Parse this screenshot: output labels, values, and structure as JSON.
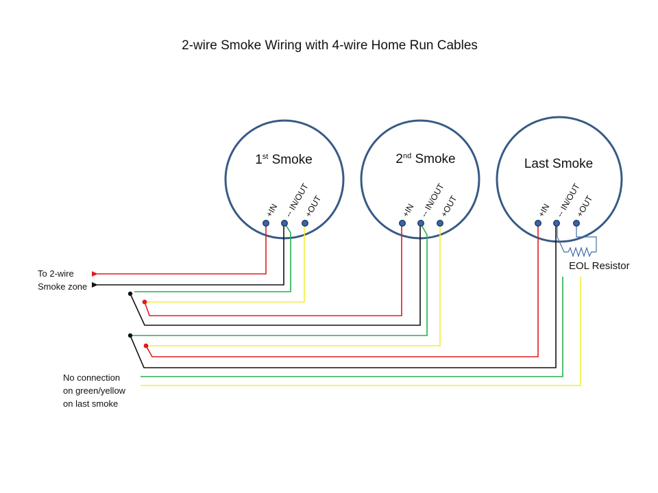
{
  "title": "2-wire Smoke Wiring with 4-wire Home Run Cables",
  "detectors": [
    {
      "name_num": "1",
      "name_sup": "st",
      "name_rest": " Smoke",
      "terminals": [
        "+IN",
        "-- IN/OUT",
        "+OUT"
      ]
    },
    {
      "name_num": "2",
      "name_sup": "nd",
      "name_rest": " Smoke",
      "terminals": [
        "+IN",
        "-- IN/OUT",
        "+OUT"
      ]
    },
    {
      "name_num": "",
      "name_sup": "",
      "name_rest": "Last Smoke",
      "terminals": [
        "+IN",
        "-- IN/OUT",
        "+OUT"
      ]
    }
  ],
  "labels": {
    "zone_line1": "To 2-wire",
    "zone_line2": "Smoke  zone",
    "eol": "EOL Resistor",
    "note_line1": "No connection",
    "note_line2": "on green/yellow",
    "note_line3": "on last  smoke"
  },
  "colors": {
    "circle": "#375a85",
    "red": "#e11b1b",
    "black": "#111111",
    "green": "#22b14c",
    "yellow": "#f2ee3a",
    "terminal": "#3a66a8"
  }
}
